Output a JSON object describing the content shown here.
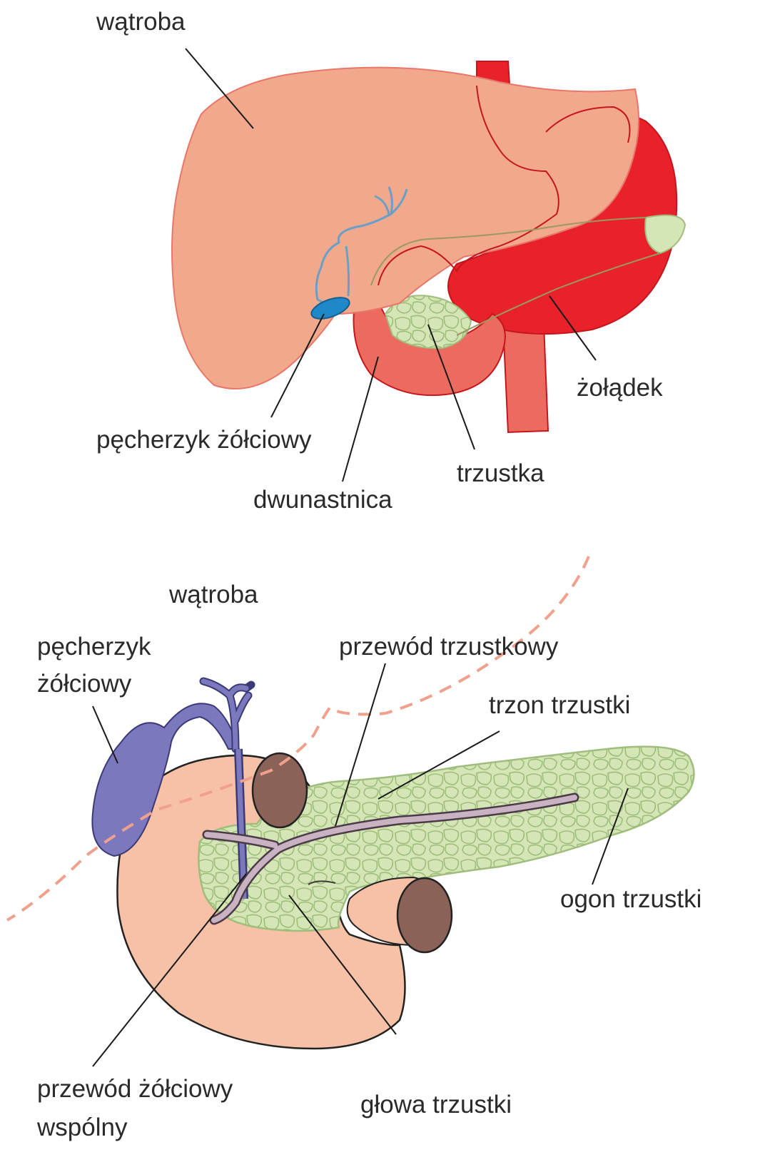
{
  "colors": {
    "liver": "#f2a98b",
    "stomach": "#e8212a",
    "stomach_outline": "#c4161c",
    "duodenum": "#ed6b5e",
    "pancreas": "#d5e6b6",
    "pancreas_cells": "#9fbd7c",
    "gallbladder_top": "#1e88c9",
    "bile_ducts_top": "#6a9fc8",
    "gallbladder_bottom": "#7b78bd",
    "pancreatic_duct": "#c9b2c2",
    "duodenum_bottom": "#f6c1a6",
    "duodenum_cut": "#8a6258",
    "liver_border": "#f0a08c",
    "text": "#2a2a2a"
  },
  "top_diagram": {
    "labels": {
      "liver": "wątroba",
      "gallbladder": "pęcherzyk żółciowy",
      "duodenum": "dwunastnica",
      "pancreas": "trzustka",
      "stomach": "żołądek"
    }
  },
  "bottom_diagram": {
    "labels": {
      "liver": "wątroba",
      "gallbladder_line1": "pęcherzyk",
      "gallbladder_line2": "żółciowy",
      "pancreatic_duct": "przewód trzustkowy",
      "pancreas_body": "trzon trzustki",
      "pancreas_tail": "ogon trzustki",
      "common_bile_duct_line1": "przewód żółciowy",
      "common_bile_duct_line2": "wspólny",
      "pancreas_head": "głowa trzustki"
    }
  }
}
